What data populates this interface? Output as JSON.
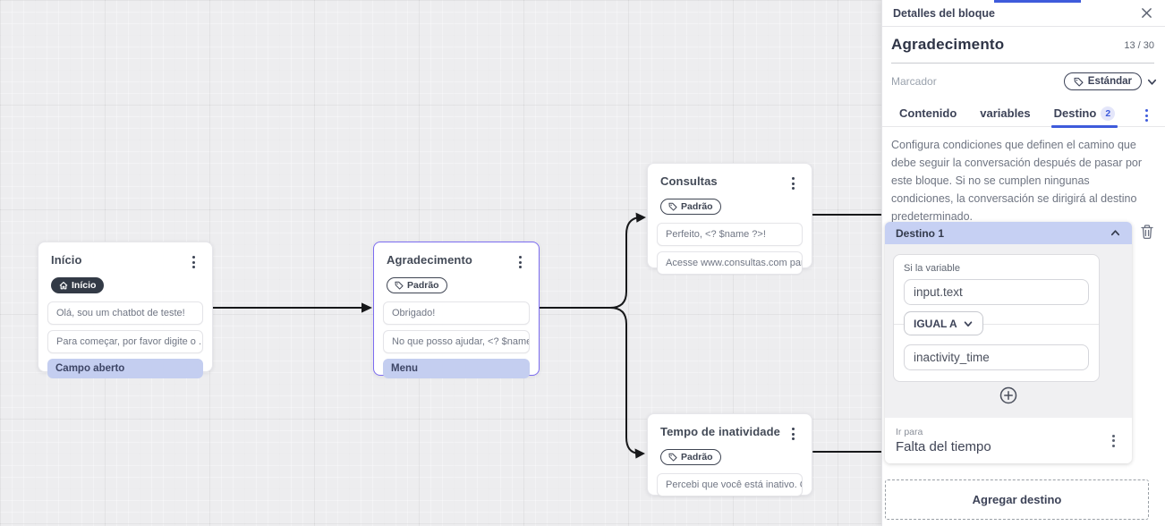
{
  "canvas": {
    "nodes": [
      {
        "title": "Início",
        "badge": "Início",
        "messages": [
          "Olá, sou um chatbot de teste!",
          "Para começar, por favor digite o ..."
        ],
        "action": "Campo aberto"
      },
      {
        "title": "Agradecimento",
        "badge": "Padrão",
        "messages": [
          "Obrigado!",
          "No que posso ajudar, <? $name ..."
        ],
        "action": "Menu"
      },
      {
        "title": "Consultas",
        "badge": "Padrão",
        "messages": [
          "Perfeito, <? $name ?>!",
          "Acesse www.consultas.com par..."
        ]
      },
      {
        "title": "Tempo de inatividade",
        "badge": "Padrão",
        "messages": [
          "Percebi que você está inativo. C..."
        ]
      }
    ]
  },
  "panel": {
    "header": {
      "title": "Detalles del bloque"
    },
    "block": {
      "name": "Agradecimento",
      "char_count": "13 / 30",
      "marker_label": "Marcador",
      "marker_value": "Estándar"
    },
    "tabs": [
      {
        "label": "Contenido"
      },
      {
        "label": "variables"
      },
      {
        "label": "Destino",
        "badge": "2",
        "active": true
      }
    ],
    "description": "Configura condiciones que definen el camino que debe seguir la conversación después de pasar por este bloque. Si no se cumplen ningunas condiciones, la conversación se dirigirá al destino predeterminado.",
    "destination": {
      "title": "Destino 1",
      "condition_label": "Si la variable",
      "variable_value": "input.text",
      "operator_value": "IGUAL A",
      "compare_value": "inactivity_time",
      "goto_label": "Ir para",
      "goto_value": "Falta del tiempo"
    },
    "add_destination_label": "Agregar destino"
  },
  "colors": {
    "accent_blue": "#3e5bdb",
    "selected_node_border": "#7c6cf0",
    "highlight_row": "#c4cef0",
    "destination_header": "#c6d0f3",
    "dark_badge": "#333a46",
    "edge": "#17181a"
  }
}
